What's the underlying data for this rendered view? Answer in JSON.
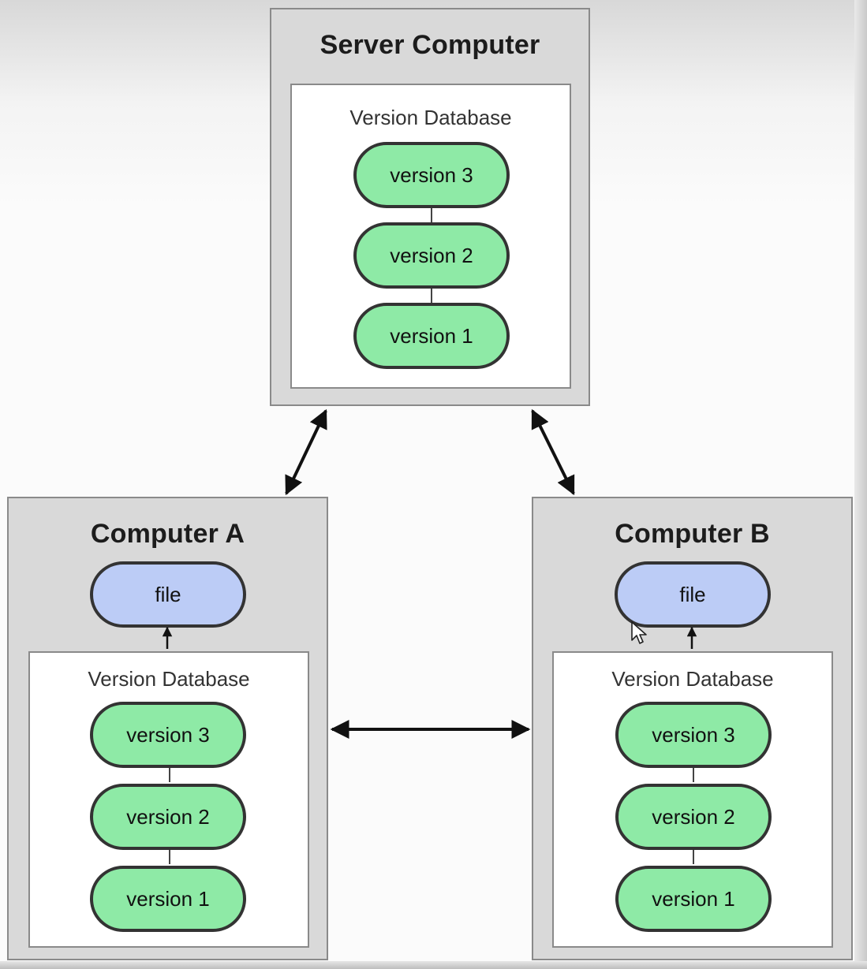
{
  "server": {
    "title": "Server Computer",
    "database_label": "Version Database",
    "versions": [
      "version 3",
      "version 2",
      "version 1"
    ]
  },
  "computer_a": {
    "title": "Computer A",
    "file_label": "file",
    "database_label": "Version Database",
    "versions": [
      "version 3",
      "version 2",
      "version 1"
    ]
  },
  "computer_b": {
    "title": "Computer B",
    "file_label": "file",
    "database_label": "Version Database",
    "versions": [
      "version 3",
      "version 2",
      "version 1"
    ]
  },
  "colors": {
    "version_fill": "#8eeaa6",
    "file_fill": "#bcccf6",
    "computer_fill": "#d9d9d9",
    "outline": "#333333"
  }
}
